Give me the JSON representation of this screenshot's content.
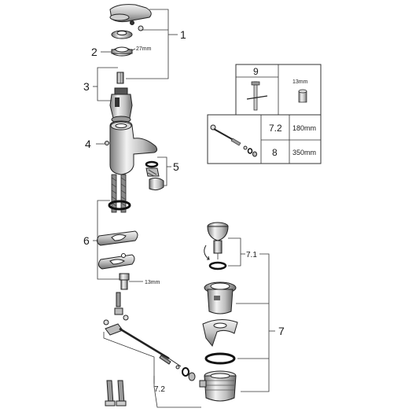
{
  "callouts": {
    "c1": "1",
    "c2": "2",
    "c3": "3",
    "c4": "4",
    "c5": "5",
    "c6": "6",
    "c7": "7",
    "c7_1": "7.1",
    "c7_2": "7.2"
  },
  "dimensions": {
    "d27": "27mm",
    "d13_nut": "13mm"
  },
  "table": {
    "tool_number": "9",
    "tool_size": "13mm",
    "rows": [
      {
        "ref": "7.2",
        "length": "180mm"
      },
      {
        "ref": "8",
        "length": "350mm"
      }
    ]
  },
  "colors": {
    "chrome_light": "#eeeeee",
    "chrome_mid": "#bdbdbd",
    "chrome_dark": "#6e6e6e",
    "line": "#222222",
    "gasket": "#111111"
  }
}
